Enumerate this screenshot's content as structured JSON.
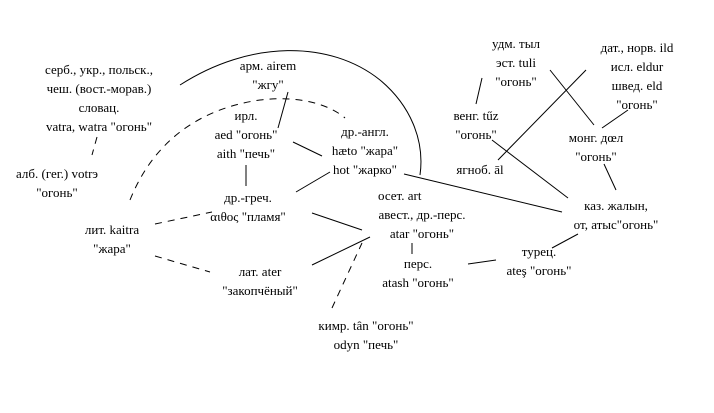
{
  "nodes": {
    "serb": [
      "серб., укр., польск.,",
      "чеш. (вост.-морав.)",
      "словац.",
      "vatra, watra \"огонь\""
    ],
    "alb": [
      "алб. (гег.) votrэ",
      "\"огонь\""
    ],
    "arm": [
      "арм. airem",
      "\"жгу\""
    ],
    "irl": [
      "ирл.",
      "aed \"огонь\"",
      "aith \"печь\""
    ],
    "eng": [
      "др.-англ.",
      "hæto \"жара\"",
      "hot \"жарко\""
    ],
    "greek": [
      "др.-греч.",
      "αιθος \"пламя\""
    ],
    "lit": [
      "лит. kaitra",
      "\"жара\""
    ],
    "lat": [
      "лат. ater",
      "\"закопчёный\""
    ],
    "avest": [
      "осет. art",
      "авест., др.-перс.",
      "atar \"огонь\""
    ],
    "yagnob": [
      "ягноб. āl"
    ],
    "pers": [
      "перс.",
      "atash \"огонь\""
    ],
    "welsh": [
      "кимр. tân \"огонь\"",
      "odyn \"печь\""
    ],
    "udm": [
      "удм. тыл",
      "эст. tuli",
      "\"огонь\""
    ],
    "hung": [
      "венг. tűz",
      "\"огонь\""
    ],
    "dan": [
      "дат., норв. ild",
      "исл. eldur",
      "швед. eld",
      "\"огонь\""
    ],
    "mong": [
      "монг. дœл",
      "\"огонь\""
    ],
    "kaz": [
      "каз. жалын,",
      "от, атыс\"огонь\""
    ],
    "turk": [
      "турец.",
      "ateş \"огонь\""
    ]
  },
  "colors": {
    "text": "#000000",
    "line": "#000000",
    "background": "#ffffff"
  },
  "line_styles": {
    "solid": "solid",
    "dashed": "dashed"
  }
}
